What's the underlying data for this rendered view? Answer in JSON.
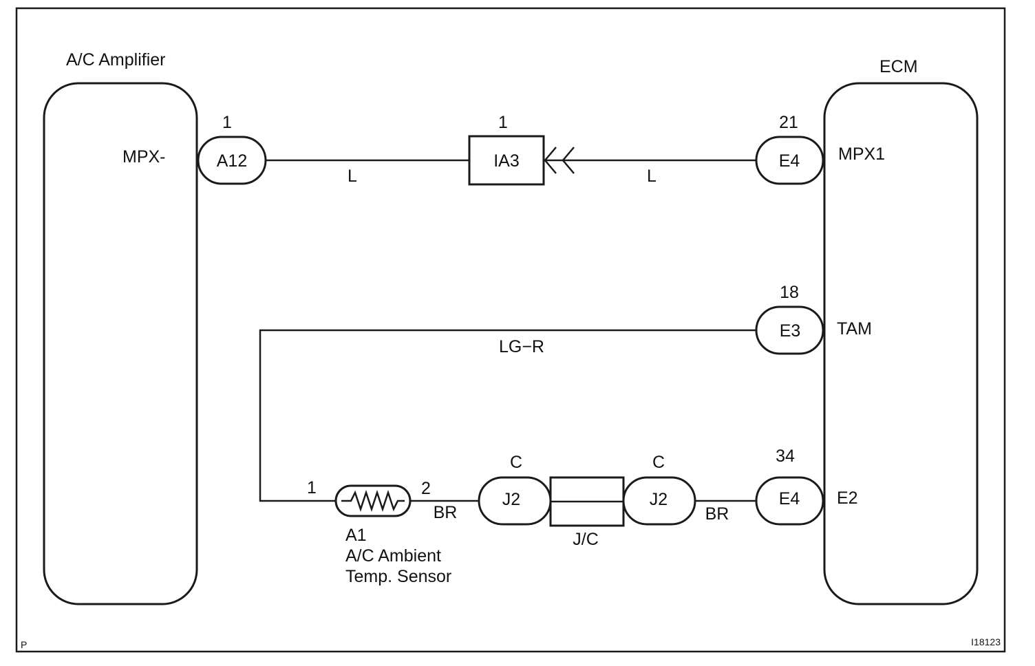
{
  "components": {
    "ac_amplifier": {
      "title": "A/C Amplifier",
      "terminal": "MPX-"
    },
    "ecm": {
      "title": "ECM",
      "terminals": {
        "mpx1": "MPX1",
        "tam": "TAM",
        "e2": "E2"
      }
    },
    "sensor": {
      "code": "A1",
      "name_line1": "A/C Ambient",
      "name_line2": "Temp. Sensor"
    },
    "junction": {
      "label": "J/C"
    }
  },
  "connectors": {
    "a12": {
      "code": "A12",
      "pin": "1"
    },
    "ia3": {
      "code": "IA3",
      "pin": "1"
    },
    "e4_top": {
      "code": "E4",
      "pin": "21"
    },
    "e3": {
      "code": "E3",
      "pin": "18"
    },
    "e4_bottom": {
      "code": "E4",
      "pin": "34"
    },
    "j2_left": {
      "code": "J2",
      "pin": "C"
    },
    "j2_right": {
      "code": "J2",
      "pin": "C"
    },
    "sensor_pin_1": "1",
    "sensor_pin_2": "2"
  },
  "wires": {
    "mpx_left": "L",
    "mpx_right": "L",
    "tam": "LG−R",
    "e2_left": "BR",
    "e2_right": "BR"
  },
  "corner": {
    "left": "P",
    "right": "I18123"
  }
}
